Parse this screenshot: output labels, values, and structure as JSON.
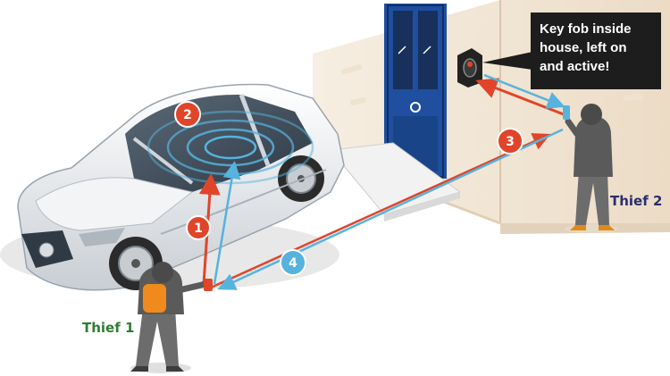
{
  "callout": {
    "lines": [
      "Key fob inside",
      "house, left on",
      "and active!"
    ]
  },
  "labels": {
    "thief_1": "Thief 1",
    "thief_2": "Thief 2"
  },
  "steps": [
    "1",
    "2",
    "3",
    "4"
  ],
  "colors": {
    "relay_red": "#e0452a",
    "signal_blue": "#56b3de",
    "door_blue": "#1f4f9e",
    "callout_bg": "#1d1d1d",
    "thief1_label": "#2f7d32",
    "thief2_label": "#2b2d6e",
    "backpack_orange": "#f08a1c"
  },
  "icons": [
    "car",
    "house-wall",
    "front-door",
    "key-fob-icon",
    "relay-device-icon",
    "person-with-backpack",
    "person-hooded"
  ]
}
